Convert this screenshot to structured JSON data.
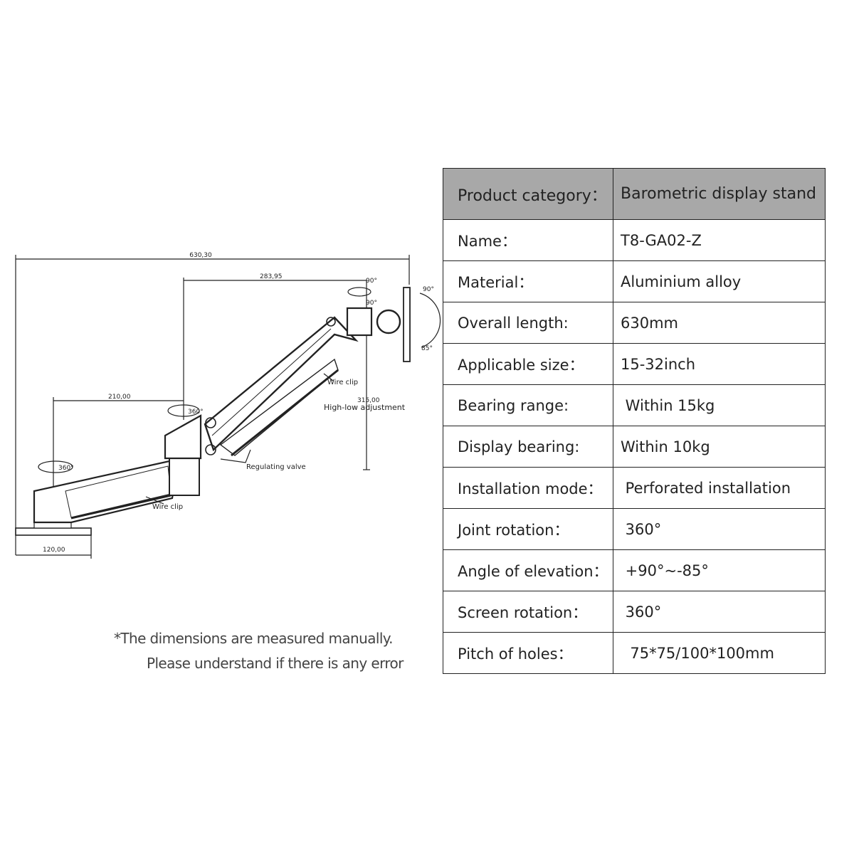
{
  "drawing": {
    "dimensions": {
      "overall": "630,30",
      "upper_arm": "283,95",
      "lower_arm": "210,00",
      "base": "120,00",
      "height": "315,00"
    },
    "angles": {
      "base_rotation": "360°",
      "mid_rotation": "360°",
      "head_rotation_top": "90°",
      "head_rotation_bottom": "90°",
      "tilt_up": "90°",
      "tilt_down": "85°"
    },
    "labels": {
      "wire_clip_upper": "Wire clip",
      "high_low": "High-low adjustment",
      "regulating_valve": "Regulating valve",
      "wire_clip_lower": "Wire clip"
    }
  },
  "note": {
    "line1": "*The dimensions are measured manually.",
    "line2": "Please understand if there is any error"
  },
  "specs": [
    {
      "label": "Product category：",
      "value": "Barometric display stand"
    },
    {
      "label": "Name：",
      "value": "T8-GA02-Z"
    },
    {
      "label": "Material：",
      "value": "Aluminium alloy"
    },
    {
      "label": "Overall length:",
      "value": "630mm"
    },
    {
      "label": "Applicable size：",
      "value": "15-32inch"
    },
    {
      "label": "Bearing range:",
      "value": " Within 15kg"
    },
    {
      "label": "Display bearing:",
      "value": "Within 10kg"
    },
    {
      "label": "Installation mode：",
      "value": " Perforated installation"
    },
    {
      "label": "Joint rotation：",
      "value": " 360°"
    },
    {
      "label": "Angle of elevation：",
      "value": " +90°~-85°"
    },
    {
      "label": "Screen rotation：",
      "value": " 360°"
    },
    {
      "label": "Pitch of holes：",
      "value": "  75*75/100*100mm"
    }
  ]
}
